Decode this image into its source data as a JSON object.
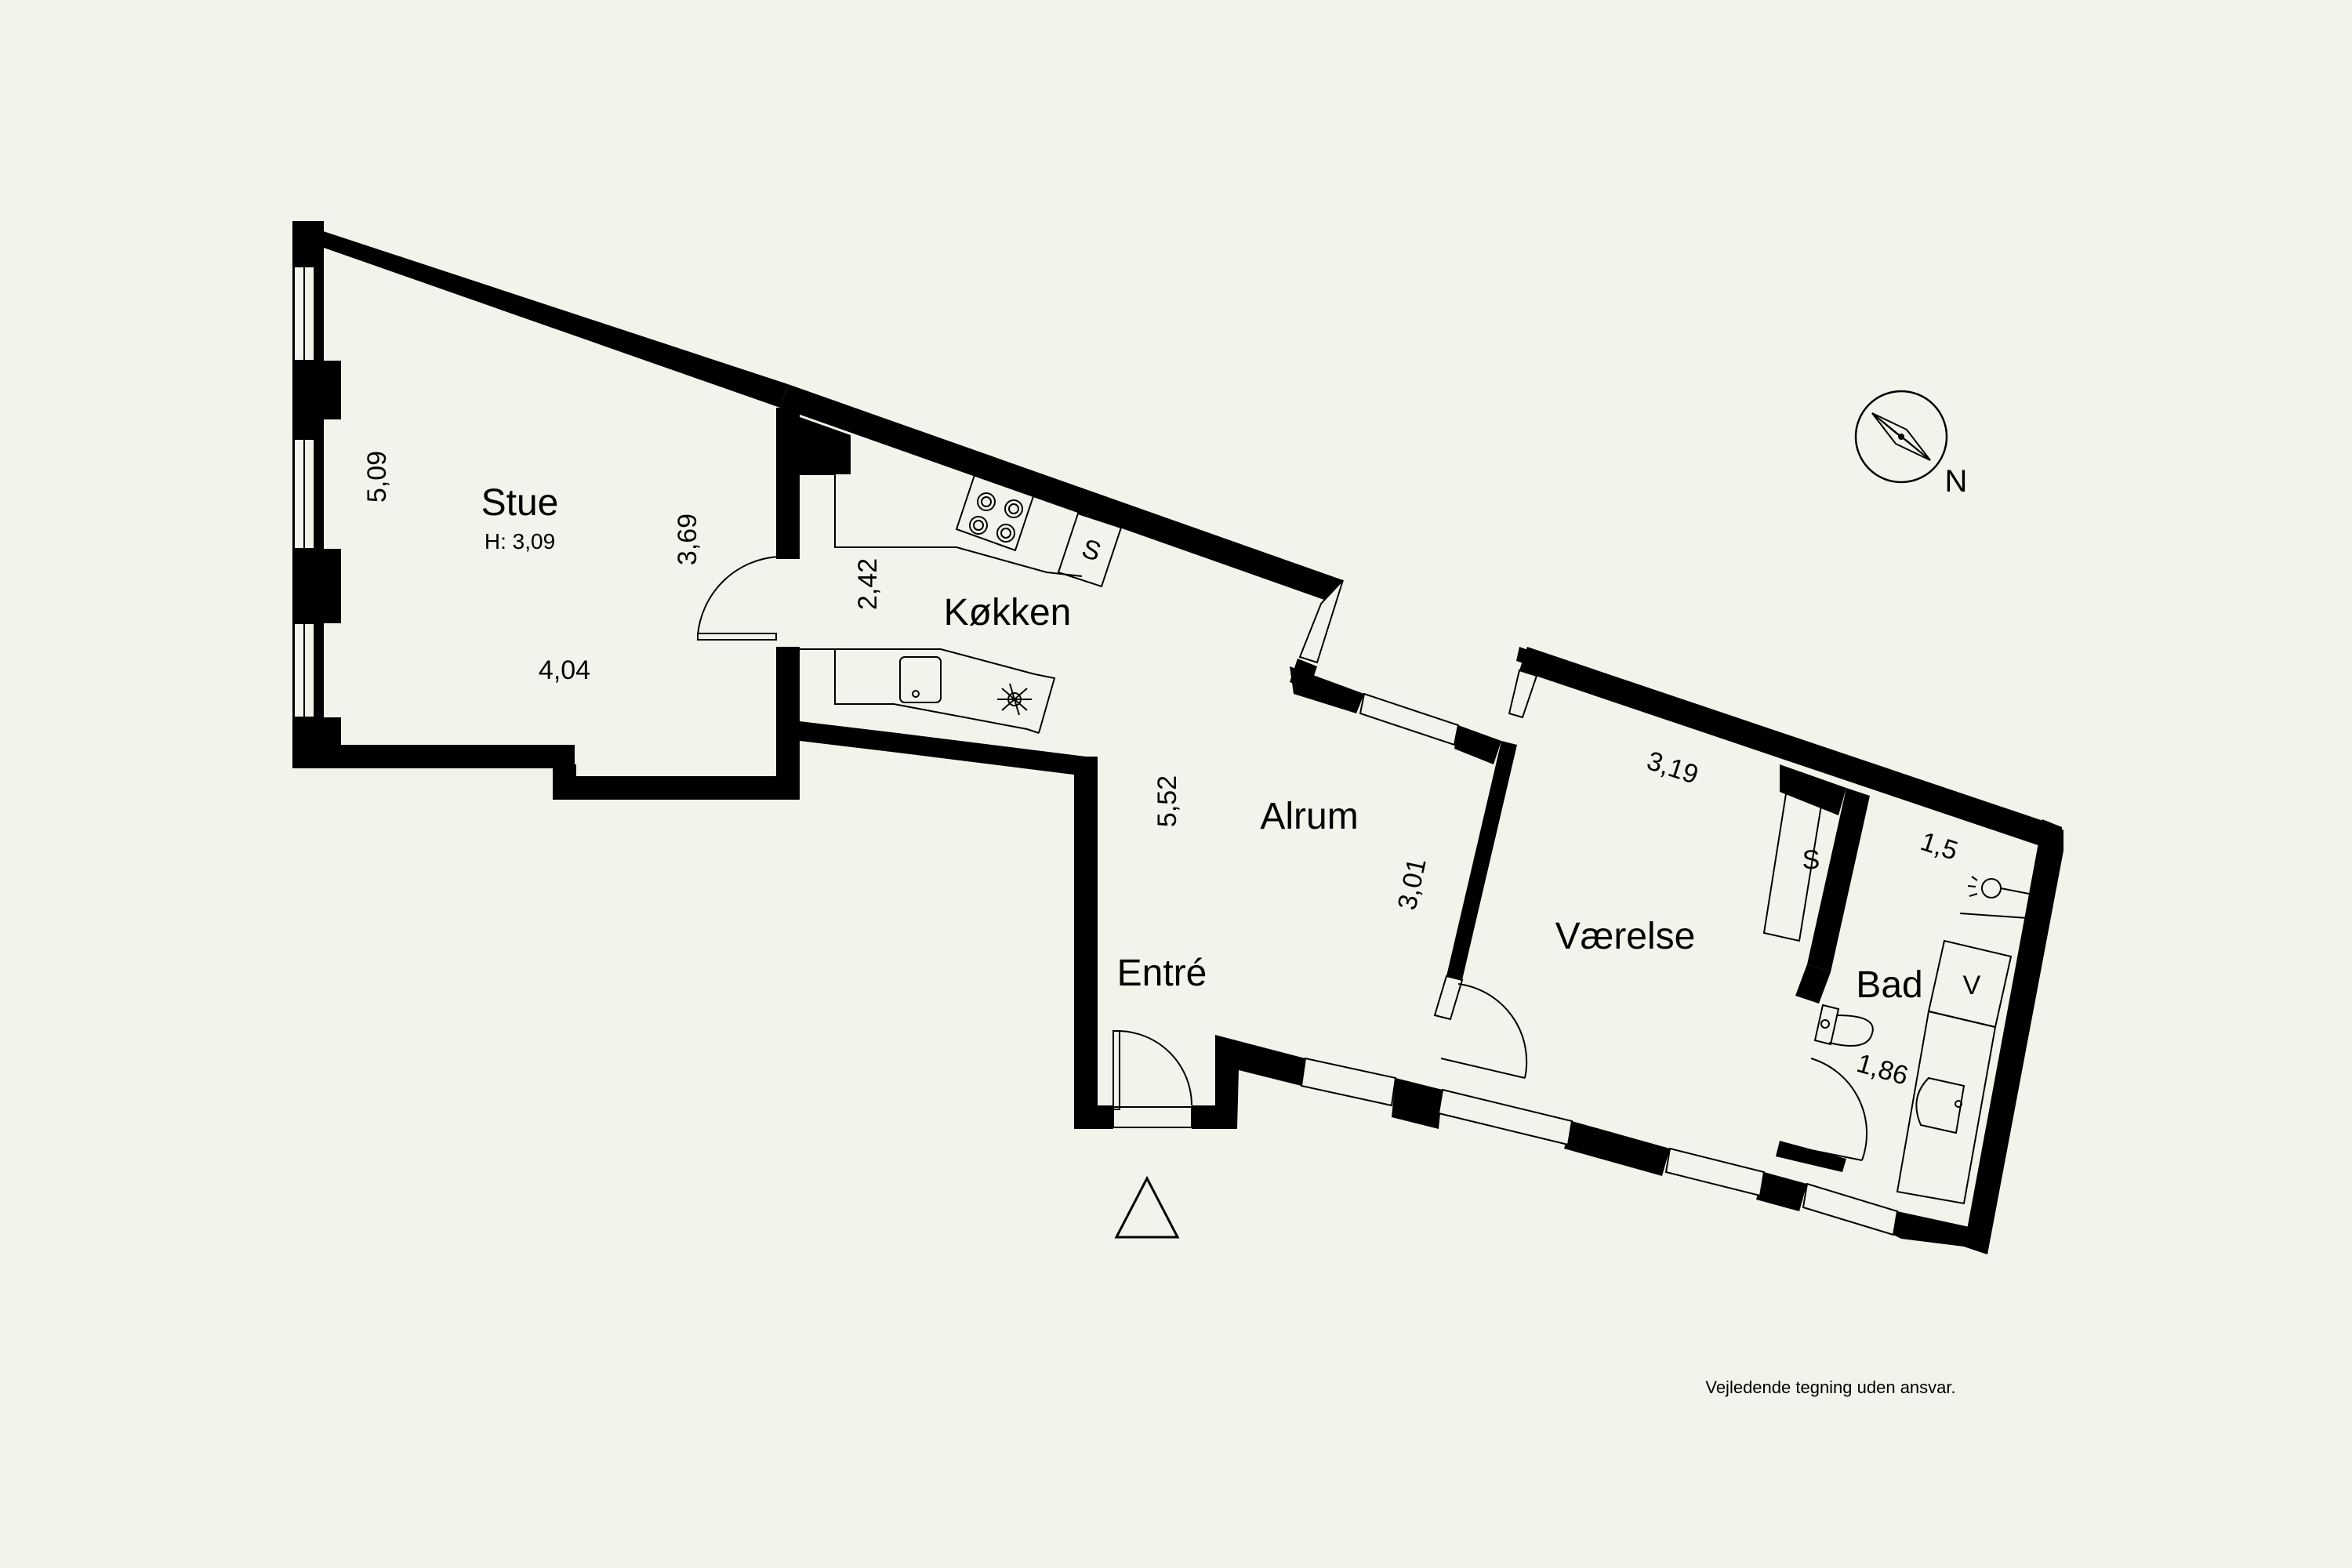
{
  "rooms": {
    "stue": {
      "name": "Stue",
      "height": "H: 3,09"
    },
    "kokken": {
      "name": "Køkken"
    },
    "alrum": {
      "name": "Alrum"
    },
    "entre": {
      "name": "Entré"
    },
    "vaerelse": {
      "name": "Værelse"
    },
    "bad": {
      "name": "Bad"
    }
  },
  "dimensions": {
    "stue_height": "5,09",
    "stue_width": "4,04",
    "stue_depth": "3,69",
    "kokken": "2,42",
    "alrum_length": "5,52",
    "alrum_width": "3,01",
    "vaerelse": "3,19",
    "bad_width": "1,5",
    "bad_length": "1,86"
  },
  "fixtures": {
    "kokken_cabinet": "S",
    "vaerelse_wardrobe": "S",
    "bad_washer": "V"
  },
  "compass": {
    "label": "N"
  },
  "disclaimer": "Vejledende tegning uden ansvar.",
  "colors": {
    "wall": "#000000",
    "background": "#f3f3eb"
  }
}
